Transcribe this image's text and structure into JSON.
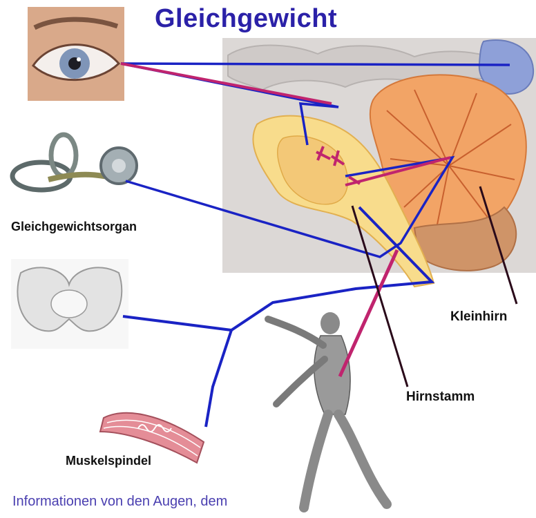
{
  "title": "Gleichgewicht",
  "labels": {
    "organ": "Gleichgewichtsorgan",
    "kleinhirn": "Kleinhirn",
    "hirnstamm": "Hirnstamm",
    "muskelspindel": "Muskelspindel"
  },
  "caption": "Informationen von den Augen, dem",
  "colors": {
    "title": "#2b21a8",
    "pathway_blue": "#1a23c4",
    "pathway_magenta": "#c0246e",
    "label_line": "#2a0a1a",
    "cerebellum": "#f2a466",
    "brainstem": "#f8dc8c"
  }
}
